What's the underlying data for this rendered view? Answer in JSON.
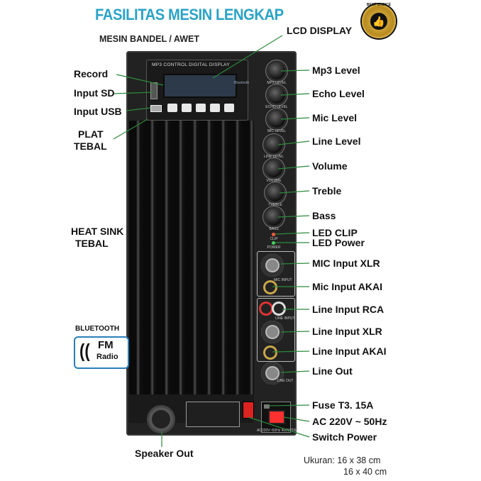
{
  "header": {
    "title": "FASILITAS MESIN LENGKAP",
    "subtitle": "MESIN BANDEL / AWET"
  },
  "badge": {
    "text": "BEST CHOICE"
  },
  "panel": {
    "lcd_header": "MP3 CONTROL DIGITAL DISPLAY",
    "bluetooth_mark": "Bluetooth",
    "knob_labels": [
      "MP3 LEVEL",
      "ECHO LEVEL",
      "MIC LEVEL",
      "LINE LEVEL",
      "VOLUME",
      "TREBLE",
      "BASS"
    ],
    "clip_label": "CLIP",
    "power_label": "POWER",
    "mic_input_label": "MIC INPUT",
    "line_input_label": "LINE INPUT",
    "line_out_label": "LINE OUT",
    "ac_label": "AC220V~50Hz 400W/T8A"
  },
  "labels_left": {
    "record": "Record",
    "input_sd": "Input SD",
    "input_usb": "Input USB",
    "plat_1": "PLAT",
    "plat_2": "TEBAL",
    "heatsink_1": "HEAT SINK",
    "heatsink_2": "TEBAL",
    "speaker_out": "Speaker Out"
  },
  "labels_right": {
    "lcd_display": "LCD DISPLAY",
    "mp3_level": "Mp3 Level",
    "echo_level": "Echo Level",
    "mic_level": "Mic Level",
    "line_level": "Line Level",
    "volume": "Volume",
    "treble": "Treble",
    "bass": "Bass",
    "led_clip": "LED CLIP",
    "led_power": "LED Power",
    "mic_input_xlr": "MIC Input XLR",
    "mic_input_akai": "Mic Input AKAI",
    "line_input_rca": "Line Input RCA",
    "line_input_xlr": "Line Input XLR",
    "line_input_akai": "Line Input AKAI",
    "line_out": "Line Out",
    "fuse": "Fuse T3. 15A",
    "ac": "AC 220V ~ 50Hz",
    "switch_power": "Switch Power"
  },
  "bluetooth_box": {
    "heading": "BLUETOOTH",
    "fm": "FM",
    "radio": "Radio"
  },
  "size": {
    "line1": "Ukuran: 16 x 38 cm",
    "line2": "16 x 40 cm"
  },
  "colors": {
    "title": "#2aa3c8",
    "lines": "#2c8a3c",
    "panel": "#222222"
  }
}
